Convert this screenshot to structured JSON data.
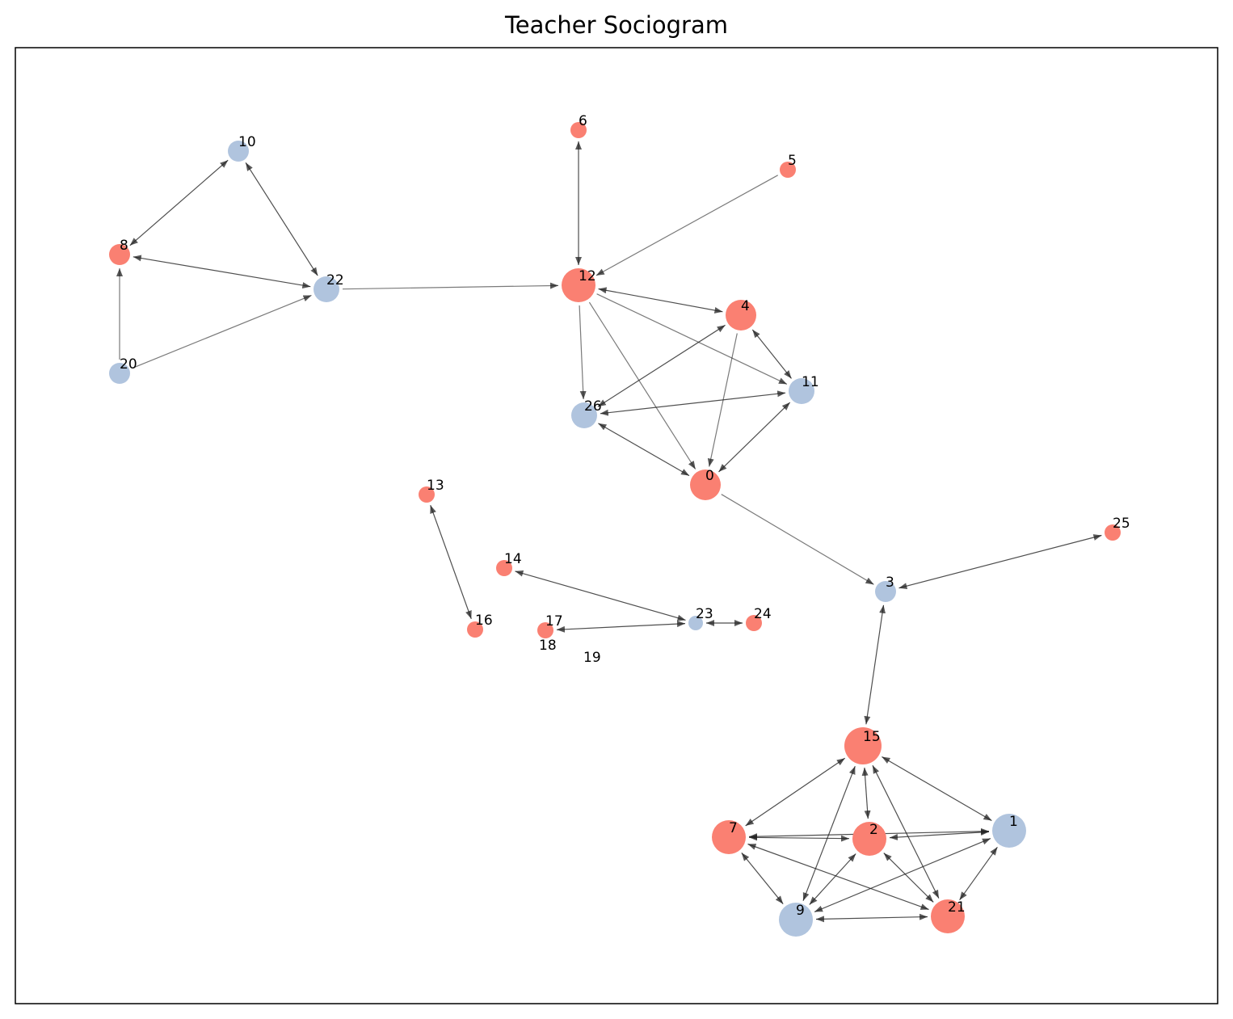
{
  "title": "Teacher Sociogram",
  "colors": {
    "female_node": "#fa8072",
    "male_node": "#b0c4de",
    "edge": "#222222",
    "frame": "#000000"
  },
  "nodes": [
    {
      "id": "0",
      "label": "0",
      "color": "female_node",
      "size": "large"
    },
    {
      "id": "1",
      "label": "1",
      "color": "male_node",
      "size": "xlarge"
    },
    {
      "id": "2",
      "label": "2",
      "color": "female_node",
      "size": "xlarge"
    },
    {
      "id": "3",
      "label": "3",
      "color": "male_node",
      "size": "small"
    },
    {
      "id": "4",
      "label": "4",
      "color": "female_node",
      "size": "large"
    },
    {
      "id": "5",
      "label": "5",
      "color": "female_node",
      "size": "tiny"
    },
    {
      "id": "6",
      "label": "6",
      "color": "female_node",
      "size": "tiny"
    },
    {
      "id": "7",
      "label": "7",
      "color": "female_node",
      "size": "xlarge"
    },
    {
      "id": "8",
      "label": "8",
      "color": "female_node",
      "size": "small"
    },
    {
      "id": "9",
      "label": "9",
      "color": "male_node",
      "size": "xlarge"
    },
    {
      "id": "10",
      "label": "10",
      "color": "male_node",
      "size": "small"
    },
    {
      "id": "11",
      "label": "11",
      "color": "male_node",
      "size": "medium"
    },
    {
      "id": "12",
      "label": "12",
      "color": "female_node",
      "size": "xlarge"
    },
    {
      "id": "13",
      "label": "13",
      "color": "female_node",
      "size": "tiny"
    },
    {
      "id": "14",
      "label": "14",
      "color": "female_node",
      "size": "tiny"
    },
    {
      "id": "15",
      "label": "15",
      "color": "female_node",
      "size": "xxlarge"
    },
    {
      "id": "16",
      "label": "16",
      "color": "female_node",
      "size": "tiny"
    },
    {
      "id": "17",
      "label": "17",
      "color": "female_node",
      "size": "tiny"
    },
    {
      "id": "18",
      "label": "18",
      "color": null,
      "size": "none"
    },
    {
      "id": "19",
      "label": "19",
      "color": null,
      "size": "none"
    },
    {
      "id": "20",
      "label": "20",
      "color": "male_node",
      "size": "small"
    },
    {
      "id": "21",
      "label": "21",
      "color": "female_node",
      "size": "xlarge"
    },
    {
      "id": "22",
      "label": "22",
      "color": "male_node",
      "size": "medium"
    },
    {
      "id": "23",
      "label": "23",
      "color": "male_node",
      "size": "xtiny"
    },
    {
      "id": "24",
      "label": "24",
      "color": "female_node",
      "size": "tiny"
    },
    {
      "id": "25",
      "label": "25",
      "color": "female_node",
      "size": "tiny"
    },
    {
      "id": "26",
      "label": "26",
      "color": "male_node",
      "size": "medium"
    }
  ],
  "edges": [
    {
      "from": "10",
      "to": "8",
      "bidirectional": true
    },
    {
      "from": "10",
      "to": "22",
      "bidirectional": true
    },
    {
      "from": "8",
      "to": "22",
      "bidirectional": true
    },
    {
      "from": "20",
      "to": "8",
      "bidirectional": false
    },
    {
      "from": "20",
      "to": "22",
      "bidirectional": false
    },
    {
      "from": "22",
      "to": "12",
      "bidirectional": false
    },
    {
      "from": "6",
      "to": "12",
      "bidirectional": true
    },
    {
      "from": "5",
      "to": "12",
      "bidirectional": false
    },
    {
      "from": "12",
      "to": "4",
      "bidirectional": true
    },
    {
      "from": "12",
      "to": "26",
      "bidirectional": false
    },
    {
      "from": "12",
      "to": "0",
      "bidirectional": false
    },
    {
      "from": "12",
      "to": "11",
      "bidirectional": false
    },
    {
      "from": "4",
      "to": "11",
      "bidirectional": true
    },
    {
      "from": "4",
      "to": "26",
      "bidirectional": true
    },
    {
      "from": "4",
      "to": "0",
      "bidirectional": false
    },
    {
      "from": "11",
      "to": "26",
      "bidirectional": true
    },
    {
      "from": "11",
      "to": "0",
      "bidirectional": true
    },
    {
      "from": "26",
      "to": "0",
      "bidirectional": true
    },
    {
      "from": "0",
      "to": "3",
      "bidirectional": false
    },
    {
      "from": "25",
      "to": "3",
      "bidirectional": true
    },
    {
      "from": "3",
      "to": "15",
      "bidirectional": true
    },
    {
      "from": "13",
      "to": "16",
      "bidirectional": true
    },
    {
      "from": "14",
      "to": "23",
      "bidirectional": true
    },
    {
      "from": "23",
      "to": "17",
      "bidirectional": true
    },
    {
      "from": "23",
      "to": "24",
      "bidirectional": true
    },
    {
      "from": "15",
      "to": "7",
      "bidirectional": true
    },
    {
      "from": "15",
      "to": "2",
      "bidirectional": true
    },
    {
      "from": "15",
      "to": "1",
      "bidirectional": true
    },
    {
      "from": "15",
      "to": "9",
      "bidirectional": true
    },
    {
      "from": "15",
      "to": "21",
      "bidirectional": true
    },
    {
      "from": "7",
      "to": "2",
      "bidirectional": true
    },
    {
      "from": "7",
      "to": "1",
      "bidirectional": true
    },
    {
      "from": "7",
      "to": "9",
      "bidirectional": true
    },
    {
      "from": "7",
      "to": "21",
      "bidirectional": true
    },
    {
      "from": "2",
      "to": "1",
      "bidirectional": true
    },
    {
      "from": "2",
      "to": "9",
      "bidirectional": true
    },
    {
      "from": "2",
      "to": "21",
      "bidirectional": true
    },
    {
      "from": "1",
      "to": "9",
      "bidirectional": true
    },
    {
      "from": "1",
      "to": "21",
      "bidirectional": true
    },
    {
      "from": "9",
      "to": "21",
      "bidirectional": true
    }
  ]
}
